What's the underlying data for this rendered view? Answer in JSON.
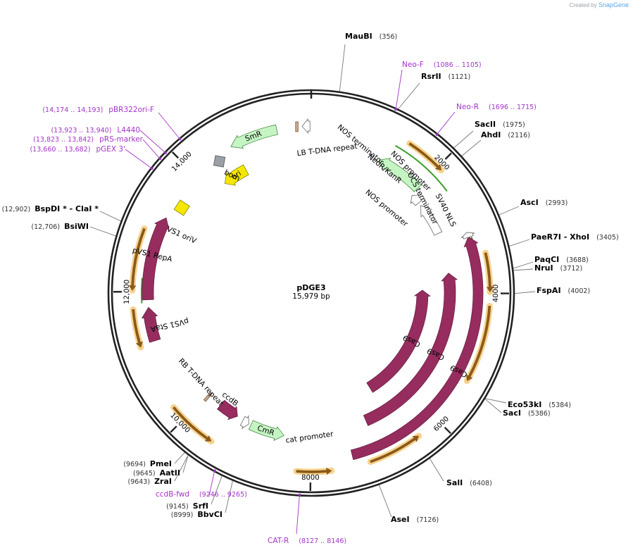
{
  "watermark": {
    "prefix": "Created by",
    "brand": "SnapGene"
  },
  "plasmid": {
    "name": "pDGE3",
    "length_label": "15,979 bp",
    "length": 15979
  },
  "ticks": [
    {
      "pos": 2000,
      "label": "2000"
    },
    {
      "pos": 4000,
      "label": "4000"
    },
    {
      "pos": 6000,
      "label": "6000"
    },
    {
      "pos": 8000,
      "label": "8000"
    },
    {
      "pos": 10000,
      "label": "10,000"
    },
    {
      "pos": 12000,
      "label": "12,000"
    },
    {
      "pos": 14000,
      "label": "14,000"
    }
  ],
  "sites": [
    {
      "name": "MauBI",
      "pos_label": "(356)",
      "pos": 356
    },
    {
      "name": "RsrII",
      "pos_label": "(1121)",
      "pos": 1121
    },
    {
      "name": "SacII",
      "pos_label": "(1975)",
      "pos": 1975
    },
    {
      "name": "AhdI",
      "pos_label": "(2116)",
      "pos": 2116
    },
    {
      "name": "AscI",
      "pos_label": "(2993)",
      "pos": 2993
    },
    {
      "name": "PaeR7I  - XhoI",
      "pos_label": "(3405)",
      "pos": 3405
    },
    {
      "name": "PaqCI",
      "pos_label": "(3688)",
      "pos": 3688
    },
    {
      "name": "NruI",
      "pos_label": "(3712)",
      "pos": 3712
    },
    {
      "name": "FspAI",
      "pos_label": "(4002)",
      "pos": 4002
    },
    {
      "name": "Eco53kI",
      "pos_label": "(5384)",
      "pos": 5384
    },
    {
      "name": "SacI",
      "pos_label": "(5386)",
      "pos": 5386
    },
    {
      "name": "SalI",
      "pos_label": "(6408)",
      "pos": 6408
    },
    {
      "name": "AseI",
      "pos_label": "(7126)",
      "pos": 7126
    },
    {
      "name": "BbvCI",
      "pos_label": "(8999)",
      "pos": 8999
    },
    {
      "name": "SrfI",
      "pos_label": "(9145)",
      "pos": 9145
    },
    {
      "name": "ZraI",
      "pos_label": "(9643)",
      "pos": 9643
    },
    {
      "name": "AatII",
      "pos_label": "(9645)",
      "pos": 9645
    },
    {
      "name": "PmeI",
      "pos_label": "(9694)",
      "pos": 9694
    },
    {
      "name": "BsiWI",
      "pos_label": "(12,706)",
      "pos": 12706
    },
    {
      "name": "BspDI *  - ClaI *",
      "pos_label": "(12,902)",
      "pos": 12902
    }
  ],
  "primers": [
    {
      "name": "Neo-F",
      "pos_label": "(1086 .. 1105)",
      "pos": 1095
    },
    {
      "name": "Neo-R",
      "pos_label": "(1696 .. 1715)",
      "pos": 1705
    },
    {
      "name": "CAT-R",
      "pos_label": "(8127 .. 8146)",
      "pos": 8136
    },
    {
      "name": "ccdB-fwd",
      "pos_label": "(9246 .. 9265)",
      "pos": 9255
    },
    {
      "name": "pGEX 3'",
      "pos_label": "(13,660 .. 13,682)",
      "pos": 13671
    },
    {
      "name": "pRS-marker",
      "pos_label": "(13,823 .. 13,842)",
      "pos": 13832
    },
    {
      "name": "L4440",
      "pos_label": "(13,923 .. 13,940)",
      "pos": 13931
    },
    {
      "name": "pBR322ori-F",
      "pos_label": "(14,174 .. 14,193)",
      "pos": 14183
    }
  ],
  "features": [
    {
      "name": "Cas9",
      "label": "Cas9",
      "color": "#962d5e"
    },
    {
      "name": "Cas9",
      "label": "Cas9",
      "color": "#962d5e"
    },
    {
      "name": "Cas9",
      "label": "Cas9",
      "color": "#962d5e"
    },
    {
      "name": "SmR",
      "label": "SmR",
      "color": "#c6f5c4"
    },
    {
      "name": "NeoR/KanR",
      "label": "NeoR/KanR",
      "color": "#c6f5c4"
    },
    {
      "name": "CmR",
      "label": "CmR",
      "color": "#c6f5c4"
    },
    {
      "name": "ori",
      "label": "ori",
      "color": "#f5e700"
    },
    {
      "name": "pVS1 oriV",
      "label": "pVS1 oriV",
      "color": "#f5e700"
    },
    {
      "name": "pVS1 RepA",
      "label": "pVS1 RepA",
      "color": "#962d5e"
    },
    {
      "name": "pVS1 StaA",
      "label": "pVS1 StaA",
      "color": "#962d5e"
    },
    {
      "name": "ccdB",
      "label": "ccdB",
      "color": "#962d5e"
    },
    {
      "name": "bom",
      "label": "bom",
      "color": "#9aa0a6"
    },
    {
      "name": "LB T-DNA repeat",
      "label": "LB T-DNA repeat",
      "color": "#c9a98e"
    },
    {
      "name": "RB T-DNA repeat",
      "label": "RB T-DNA repeat",
      "color": "#c9a98e"
    },
    {
      "name": "NOS terminator",
      "label": "NOS terminator",
      "color": "#ffffff"
    },
    {
      "name": "NOS promoter",
      "label": "NOS promoter",
      "color": "#ffffff"
    },
    {
      "name": "OCS terminator",
      "label": "OCS terminator",
      "color": "#ffffff"
    },
    {
      "name": "SV40 NLS",
      "label": "SV40 NLS",
      "color": "#ffffff"
    },
    {
      "name": "NOS promoter",
      "label": "NOS promoter",
      "color": "#ffffff"
    },
    {
      "name": "cat promoter",
      "label": "cat promoter",
      "color": "#ffffff"
    }
  ],
  "colors": {
    "backbone": "#222222",
    "orf": "#f5b556",
    "primer": "#a333c8",
    "green_line": "#3c9e2a"
  }
}
